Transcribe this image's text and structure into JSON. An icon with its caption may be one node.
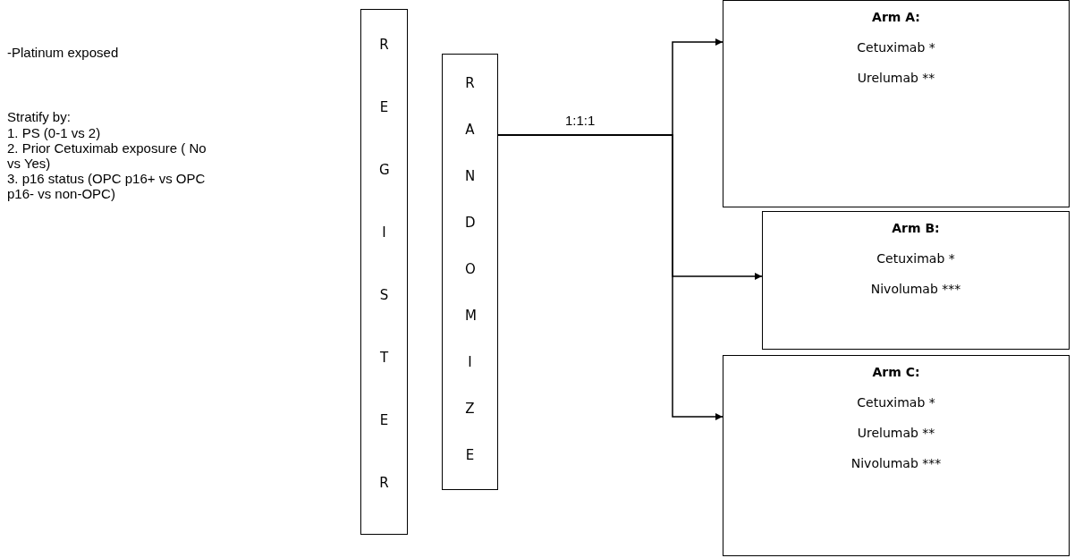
{
  "diagram": {
    "nodes": [
      {
        "text": [
          "REGISTER"
        ]
      },
      {
        "text": [
          "RANDOMIZE"
        ]
      },
      {
        "text": [
          "Arm A:",
          "Cetuximab *",
          "Urelumab **"
        ]
      },
      {
        "text": [
          "Arm B:",
          "Cetuximab *",
          "Nivolumab ***"
        ]
      },
      {
        "text": [
          "Arm C:",
          "Cetuximab *",
          "Urelumab **",
          "Nivolumab ***"
        ]
      }
    ],
    "edges": [
      {
        "from": 1,
        "to": 2,
        "arrow": "to"
      },
      {
        "from": 1,
        "to": 3,
        "arrow": "to"
      },
      {
        "from": 1,
        "to": 4,
        "arrow": "to"
      }
    ],
    "labels": [
      "-Platinum exposed",
      "Stratify by:",
      "1. PS (0-1 vs 2)",
      "2. Prior Cetuximab exposure ( No vs Yes)",
      "3. p16 status (OPC p16+ vs OPC p16- vs non-OPC)",
      "1:1:1"
    ]
  }
}
